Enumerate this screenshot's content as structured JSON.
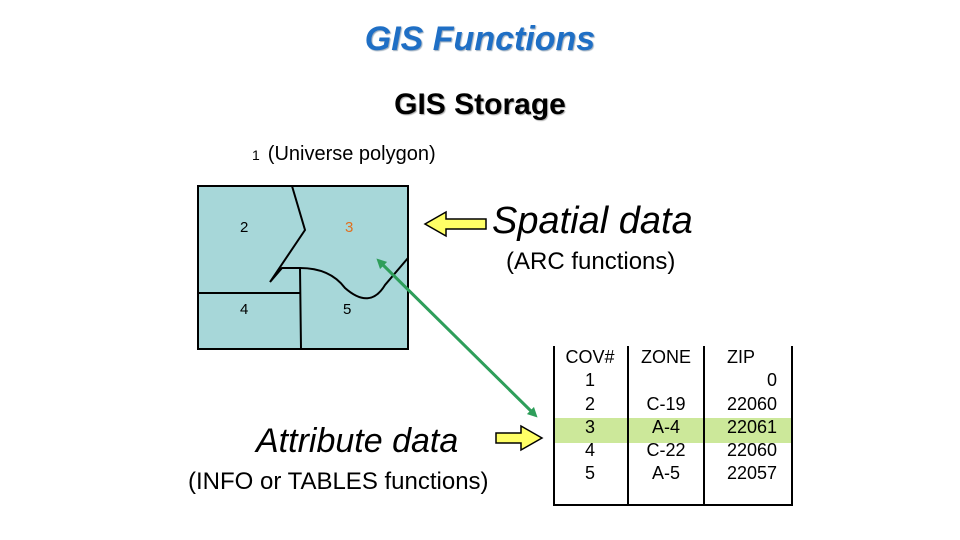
{
  "title": "GIS Functions",
  "subtitle": "GIS Storage",
  "universe": {
    "number": "1",
    "label": "(Universe polygon)"
  },
  "polygons": [
    {
      "id": "2"
    },
    {
      "id": "3"
    },
    {
      "id": "4"
    },
    {
      "id": "5"
    }
  ],
  "spatial": {
    "title": "Spatial data",
    "subtitle": "(ARC functions)"
  },
  "attribute": {
    "title": "Attribute data",
    "subtitle": "(INFO or TABLES functions)"
  },
  "table": {
    "headers": [
      "COV#",
      "ZONE",
      "ZIP"
    ],
    "rows": [
      [
        "1",
        "",
        "0"
      ],
      [
        "2",
        "C-19",
        "22060"
      ],
      [
        "3",
        "A-4",
        "22061"
      ],
      [
        "4",
        "C-22",
        "22060"
      ],
      [
        "5",
        "A-5",
        "22057"
      ]
    ],
    "highlight_row": 3
  },
  "colors": {
    "title": "#1f6fc5",
    "map_fill": "#a7d7d9",
    "arrow_yellow": "#ffff66",
    "link_arrow": "#2e9e5a",
    "label_3": "#e07020",
    "highlight": "#cce89a"
  }
}
